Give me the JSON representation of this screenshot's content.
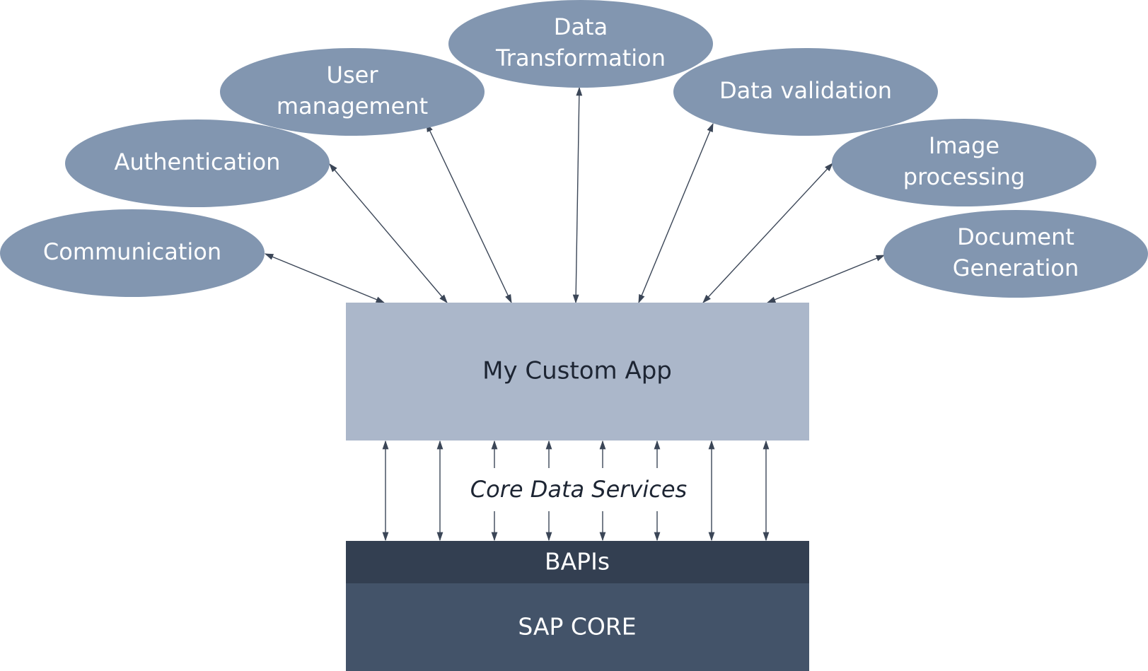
{
  "colors": {
    "ellipse_fill": "#8296b0",
    "app_fill": "#abb7ca",
    "bapi_fill": "#333f51",
    "core_fill": "#435369",
    "arrow": "#3b4657",
    "ellipse_text": "#ffffff",
    "app_text": "#1d2533"
  },
  "nodes": [
    {
      "id": "communication",
      "lines": [
        "Communication"
      ]
    },
    {
      "id": "authentication",
      "lines": [
        "Authentication"
      ]
    },
    {
      "id": "user-management",
      "lines": [
        "User",
        "management"
      ]
    },
    {
      "id": "data-transformation",
      "lines": [
        "Data",
        "Transformation"
      ]
    },
    {
      "id": "data-validation",
      "lines": [
        "Data validation"
      ]
    },
    {
      "id": "image-processing",
      "lines": [
        "Image",
        "processing"
      ]
    },
    {
      "id": "document-generation",
      "lines": [
        "Document",
        "Generation"
      ]
    }
  ],
  "app": {
    "label": "My Custom App"
  },
  "middleware": {
    "label": "Core Data Services"
  },
  "bapis": {
    "label": "BAPIs"
  },
  "core": {
    "label": "SAP CORE"
  }
}
